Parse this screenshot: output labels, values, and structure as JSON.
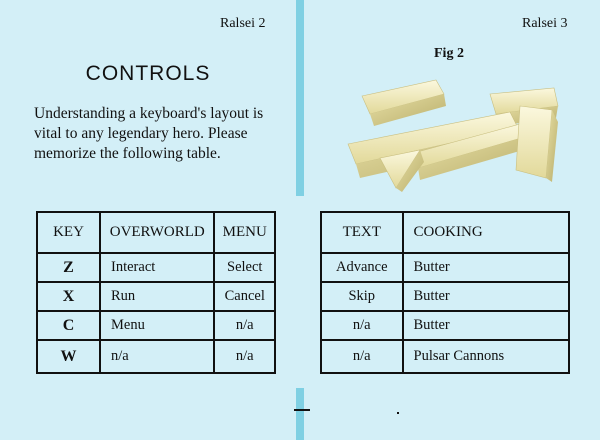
{
  "left_page": {
    "page_number": "Ralsei 2",
    "title": "CONTROLS",
    "intro": "Understanding a keyboard's layout is vital to any legendary hero. Please memorize the following table.",
    "table": {
      "headers": [
        "KEY",
        "OVERWORLD",
        "MENU"
      ],
      "rows": [
        [
          "Z",
          "Interact",
          "Select"
        ],
        [
          "X",
          "Run",
          "Cancel"
        ],
        [
          "C",
          "Menu",
          "n/a"
        ],
        [
          "W",
          "n/a",
          "n/a"
        ]
      ]
    }
  },
  "right_page": {
    "page_number": "Ralsei 3",
    "figure_label": "Fig 2",
    "figure_icon": "butter-sticks-illustration",
    "table": {
      "headers": [
        "TEXT",
        "COOKING"
      ],
      "rows": [
        [
          "Advance",
          "Butter"
        ],
        [
          "Skip",
          "Butter"
        ],
        [
          "n/a",
          "Butter"
        ],
        [
          "n/a",
          "Pulsar Cannons"
        ]
      ]
    }
  },
  "colors": {
    "page_background": "#d3eff7",
    "spine": "#7fd0e3",
    "butter": "#f1ebbd"
  }
}
